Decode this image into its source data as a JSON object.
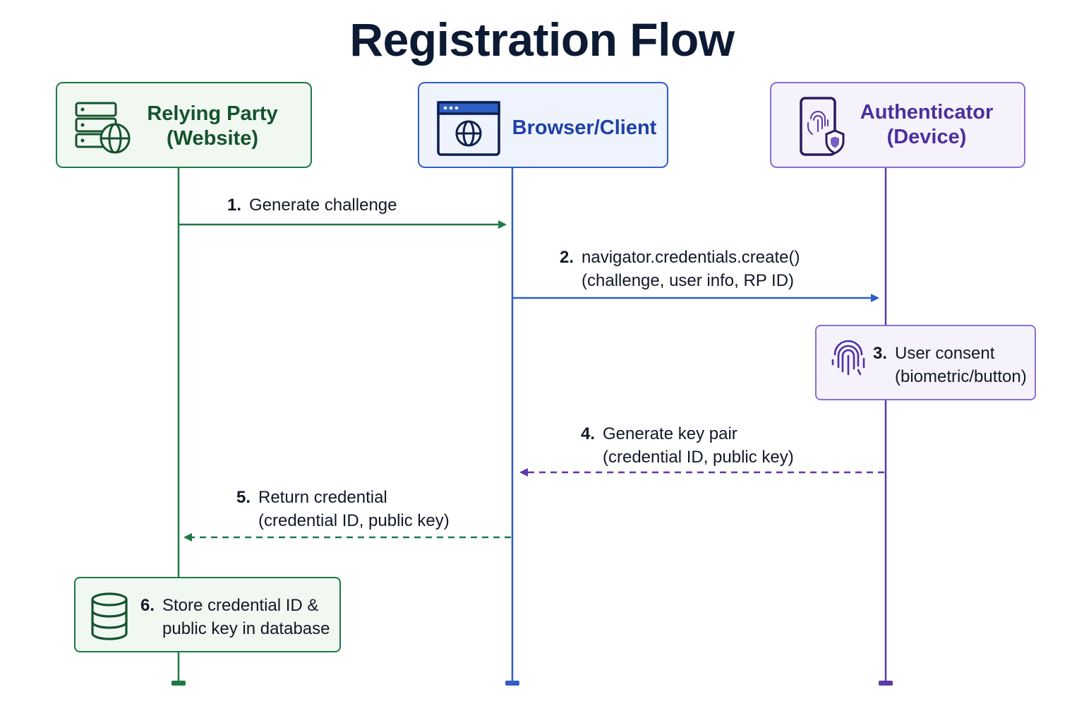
{
  "title": "Registration Flow",
  "colors": {
    "title": "#0c1a33",
    "green": "#1d7a45",
    "green_bg": "#f1f8f1",
    "blue": "#2f5fc3",
    "blue_bg": "#eef3fd",
    "purple": "#5b3aa8",
    "purple_bg": "#f5f2fc",
    "text": "#111827"
  },
  "actors": [
    {
      "name_line1": "Relying Party",
      "name_line2": "(Website)",
      "icon": "server-globe-icon"
    },
    {
      "name_line1": "Browser/Client",
      "icon": "browser-globe-icon"
    },
    {
      "name_line1": "Authenticator",
      "name_line2": "(Device)",
      "icon": "phone-fingerprint-shield-icon"
    }
  ],
  "steps": [
    {
      "num": "1.",
      "line1": "Generate challenge",
      "line2": ""
    },
    {
      "num": "2.",
      "line1": "navigator.credentials.create()",
      "line2": "(challenge, user info, RP ID)"
    },
    {
      "num": "3.",
      "line1": "User consent",
      "line2": "(biometric/button)",
      "icon": "fingerprint-icon"
    },
    {
      "num": "4.",
      "line1": "Generate key pair",
      "line2": "(credential ID, public key)"
    },
    {
      "num": "5.",
      "line1": "Return credential",
      "line2": "(credential ID, public key)"
    },
    {
      "num": "6.",
      "line1": "Store credential ID &",
      "line2": "public key in database",
      "icon": "database-icon"
    }
  ]
}
